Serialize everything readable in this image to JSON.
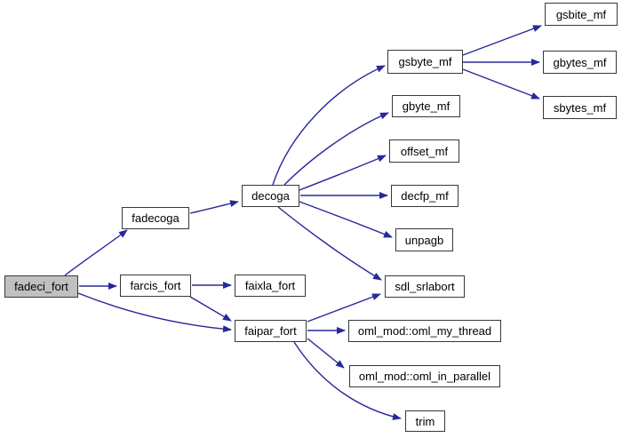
{
  "diagram": {
    "kind": "call-graph",
    "root": "fadeci_fort",
    "colors": {
      "edge": "#28289b",
      "node_border": "#383838",
      "node_fill": "#ffffff",
      "highlight_fill": "#c0c0c0",
      "text": "#000000",
      "background": "#ffffff"
    },
    "nodes": [
      {
        "id": "fadeci_fort",
        "label": "fadeci_fort",
        "highlighted": true
      },
      {
        "id": "fadecoga",
        "label": "fadecoga",
        "highlighted": false
      },
      {
        "id": "farcis_fort",
        "label": "farcis_fort",
        "highlighted": false
      },
      {
        "id": "faixla_fort",
        "label": "faixla_fort",
        "highlighted": false
      },
      {
        "id": "faipar_fort",
        "label": "faipar_fort",
        "highlighted": false
      },
      {
        "id": "decoga",
        "label": "decoga",
        "highlighted": false
      },
      {
        "id": "gsbyte_mf",
        "label": "gsbyte_mf",
        "highlighted": false
      },
      {
        "id": "gbyte_mf",
        "label": "gbyte_mf",
        "highlighted": false
      },
      {
        "id": "offset_mf",
        "label": "offset_mf",
        "highlighted": false
      },
      {
        "id": "decfp_mf",
        "label": "decfp_mf",
        "highlighted": false
      },
      {
        "id": "unpagb",
        "label": "unpagb",
        "highlighted": false
      },
      {
        "id": "sdl_srlabort",
        "label": "sdl_srlabort",
        "highlighted": false
      },
      {
        "id": "oml_mod::oml_my_thread",
        "label": "oml_mod::oml_my_thread",
        "highlighted": false
      },
      {
        "id": "oml_mod::oml_in_parallel",
        "label": "oml_mod::oml_in_parallel",
        "highlighted": false
      },
      {
        "id": "trim",
        "label": "trim",
        "highlighted": false
      },
      {
        "id": "gsbite_mf",
        "label": "gsbite_mf",
        "highlighted": false
      },
      {
        "id": "gbytes_mf",
        "label": "gbytes_mf",
        "highlighted": false
      },
      {
        "id": "sbytes_mf",
        "label": "sbytes_mf",
        "highlighted": false
      }
    ],
    "edges": [
      {
        "from": "fadeci_fort",
        "to": "fadecoga"
      },
      {
        "from": "fadeci_fort",
        "to": "farcis_fort"
      },
      {
        "from": "fadeci_fort",
        "to": "faipar_fort"
      },
      {
        "from": "fadecoga",
        "to": "decoga"
      },
      {
        "from": "farcis_fort",
        "to": "faixla_fort"
      },
      {
        "from": "farcis_fort",
        "to": "faipar_fort"
      },
      {
        "from": "decoga",
        "to": "gsbyte_mf"
      },
      {
        "from": "decoga",
        "to": "gbyte_mf"
      },
      {
        "from": "decoga",
        "to": "offset_mf"
      },
      {
        "from": "decoga",
        "to": "decfp_mf"
      },
      {
        "from": "decoga",
        "to": "unpagb"
      },
      {
        "from": "decoga",
        "to": "sdl_srlabort"
      },
      {
        "from": "gsbyte_mf",
        "to": "gsbite_mf"
      },
      {
        "from": "gsbyte_mf",
        "to": "gbytes_mf"
      },
      {
        "from": "gsbyte_mf",
        "to": "sbytes_mf"
      },
      {
        "from": "faipar_fort",
        "to": "sdl_srlabort"
      },
      {
        "from": "faipar_fort",
        "to": "oml_mod::oml_my_thread"
      },
      {
        "from": "faipar_fort",
        "to": "oml_mod::oml_in_parallel"
      },
      {
        "from": "faipar_fort",
        "to": "trim"
      }
    ]
  }
}
